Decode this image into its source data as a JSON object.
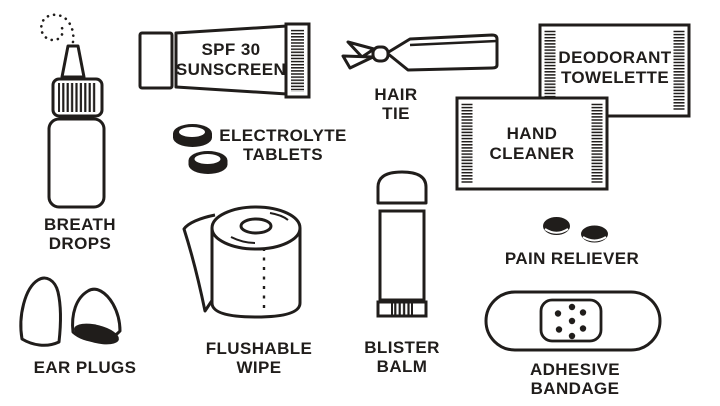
{
  "palette": {
    "background": "#ffffff",
    "ink": "#201d1b"
  },
  "items": [
    {
      "id": "breath-drops",
      "label": "BREATH\nDROPS"
    },
    {
      "id": "spf30-sunscreen",
      "label": "SPF 30\nSUNSCREEN"
    },
    {
      "id": "hair-tie",
      "label": "HAIR\nTIE"
    },
    {
      "id": "deodorant-towelette",
      "label": "DEODORANT\nTOWELETTE"
    },
    {
      "id": "electrolyte-tablets",
      "label": "ELECTROLYTE\nTABLETS"
    },
    {
      "id": "hand-cleaner",
      "label": "HAND\nCLEANER"
    },
    {
      "id": "flushable-wipe",
      "label": "FLUSHABLE\nWIPE"
    },
    {
      "id": "blister-balm",
      "label": "BLISTER\nBALM"
    },
    {
      "id": "ear-plugs",
      "label": "EAR PLUGS"
    },
    {
      "id": "pain-reliever",
      "label": "PAIN RELIEVER"
    },
    {
      "id": "adhesive-bandage",
      "label": "ADHESIVE BANDAGE"
    }
  ]
}
